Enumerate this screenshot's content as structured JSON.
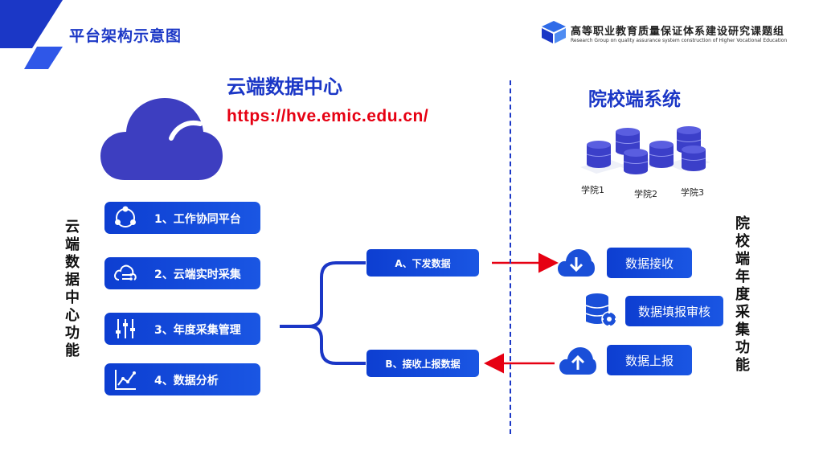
{
  "header": {
    "title": "平台架构示意图",
    "org_name": "高等职业教育质量保证体系建设研究课题组",
    "org_subtitle": "Research Group on quality assurance system construction of Higher Vocational Education"
  },
  "cloud": {
    "title": "云端数据中心",
    "url": "https://hve.emic.edu.cn/",
    "side_label": [
      "云",
      "端",
      "数",
      "据",
      "中",
      "心",
      "功",
      "能"
    ],
    "functions": [
      {
        "label": "1、工作协同平台",
        "icon": "share-network-icon"
      },
      {
        "label": "2、云端实时采集",
        "icon": "cloud-sync-icon"
      },
      {
        "label": "3、年度采集管理",
        "icon": "sliders-icon"
      },
      {
        "label": "4、数据分析",
        "icon": "line-chart-icon"
      }
    ]
  },
  "flow": {
    "send_label": "A、下发数据",
    "receive_label": "B、接收上报数据"
  },
  "school": {
    "title": "院校端系统",
    "colleges": [
      "学院1",
      "学院2",
      "学院3"
    ],
    "side_label": [
      "院",
      "校",
      "端",
      "年",
      "度",
      "采",
      "集",
      "功",
      "能"
    ],
    "actions": [
      {
        "label": "数据接收",
        "icon": "cloud-download-icon"
      },
      {
        "label": "数据填报审核",
        "icon": "database-settings-icon"
      },
      {
        "label": "数据上报",
        "icon": "cloud-upload-icon"
      }
    ]
  },
  "colors": {
    "primary": "#1b37c6",
    "button": "#1449d8",
    "url": "#e60012",
    "arrow": "#e60012"
  }
}
